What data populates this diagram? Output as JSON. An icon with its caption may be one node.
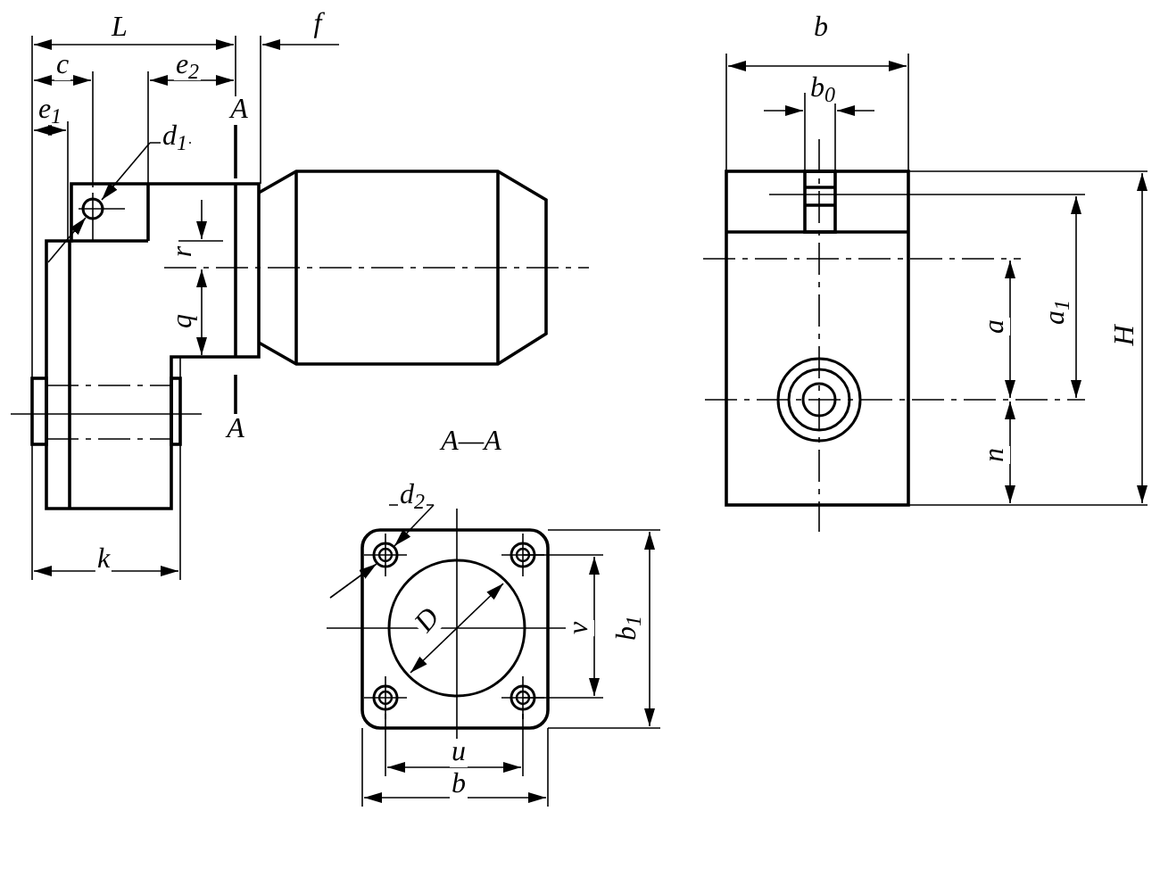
{
  "diagram": {
    "labels": [
      "L",
      "f",
      "c",
      "e$_{2}$",
      "e$_{1}$",
      "A",
      "d$_{1}$",
      "b",
      "b$_{0}$",
      "r",
      "a$_{1}$",
      "q",
      "a",
      "H",
      "A",
      "A—A",
      "n",
      "d$_{2}$",
      "k",
      "D",
      "v",
      "b$_{1}$",
      "u",
      "b"
    ]
  }
}
